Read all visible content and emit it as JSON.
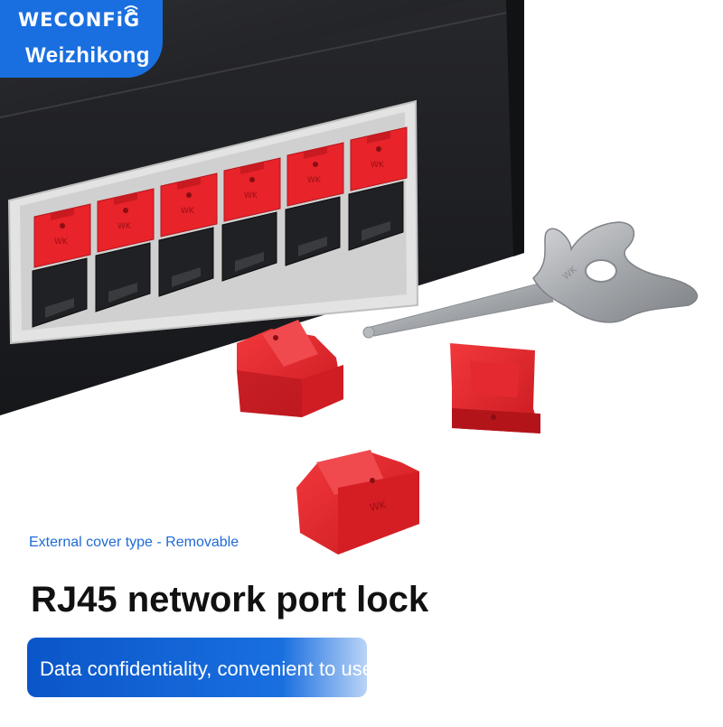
{
  "brand": {
    "name": "WECONFiG",
    "subname": "Weizhikong"
  },
  "product": {
    "subtitle": "External cover type - Removable",
    "title": "RJ45 network port lock",
    "banner_text": "Data confidentiality, convenient to use"
  },
  "markings": {
    "lock_logo": "WK",
    "key_logo": "WK"
  },
  "switch": {
    "port_count": 6,
    "ports_locked": 6
  },
  "colors": {
    "brand_blue": "#1a6fe0",
    "lock_red": "#e8232a",
    "switch_body": "#1e1f22",
    "key_metal": "#a9acb0"
  },
  "icons": [
    "wifi-icon",
    "network-switch",
    "port-lock",
    "unlock-key"
  ]
}
